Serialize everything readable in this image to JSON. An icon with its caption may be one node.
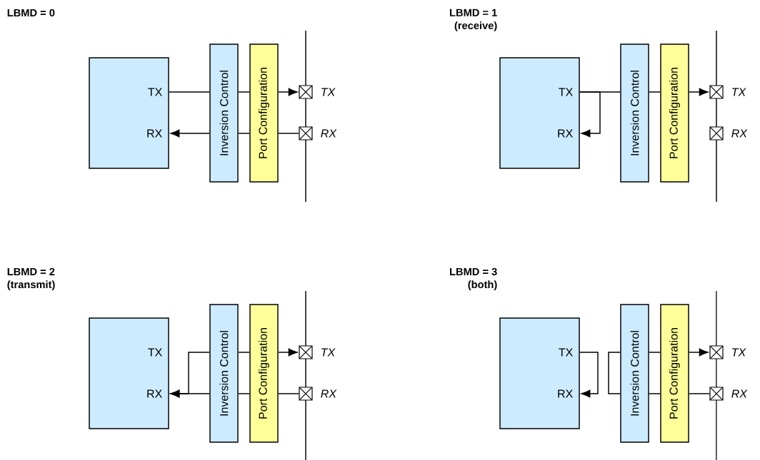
{
  "diagram": {
    "nodes": [
      {
        "text": [
          "TX",
          "RX"
        ]
      },
      {
        "text": [
          "Inversion Control"
        ]
      },
      {
        "text": [
          "Port Configuration"
        ]
      },
      {
        "text": [],
        "shape": "box",
        "beside": [
          "TX"
        ]
      },
      {
        "text": [],
        "shape": "box",
        "beside": [
          "RX"
        ]
      },
      {
        "text": [
          "TX",
          "RX"
        ]
      },
      {
        "text": [
          "Inversion Control"
        ]
      },
      {
        "text": [
          "Port Configuration"
        ]
      },
      {
        "text": [],
        "shape": "box",
        "beside": [
          "TX"
        ]
      },
      {
        "text": [],
        "shape": "box",
        "beside": [
          "RX"
        ]
      },
      {
        "text": [
          "TX",
          "RX"
        ]
      },
      {
        "text": [
          "Inversion Control"
        ]
      },
      {
        "text": [
          "Port Configuration"
        ]
      },
      {
        "text": [],
        "shape": "box",
        "beside": [
          "TX"
        ]
      },
      {
        "text": [],
        "shape": "box",
        "beside": [
          "RX"
        ]
      },
      {
        "text": [
          "TX",
          "RX"
        ]
      },
      {
        "text": [
          "Inversion Control"
        ]
      },
      {
        "text": [
          "Port Configuration"
        ]
      },
      {
        "text": [],
        "shape": "box",
        "beside": [
          "TX"
        ]
      },
      {
        "text": [],
        "shape": "box",
        "beside": [
          "RX"
        ]
      }
    ],
    "edges": [
      {
        "from": 0,
        "to": 1,
        "arrow": "none"
      },
      {
        "from": 1,
        "to": 2,
        "arrow": "none"
      },
      {
        "from": 2,
        "to": 3,
        "arrow": "to"
      },
      {
        "from": 4,
        "to": 2,
        "arrow": "none"
      },
      {
        "from": 2,
        "to": 1,
        "arrow": "none"
      },
      {
        "from": 1,
        "to": 0,
        "arrow": "to"
      },
      {
        "from": 5,
        "to": 6,
        "arrow": "none"
      },
      {
        "from": 5,
        "to": 5,
        "arrow": "to"
      },
      {
        "from": 6,
        "to": 7,
        "arrow": "none"
      },
      {
        "from": 7,
        "to": 8,
        "arrow": "to"
      },
      {
        "from": 11,
        "to": 10,
        "arrow": "to"
      },
      {
        "from": 11,
        "to": 10,
        "arrow": "to"
      },
      {
        "from": 11,
        "to": 12,
        "arrow": "none"
      },
      {
        "from": 12,
        "to": 13,
        "arrow": "to"
      },
      {
        "from": 14,
        "to": 12,
        "arrow": "none"
      },
      {
        "from": 12,
        "to": 11,
        "arrow": "none"
      },
      {
        "from": 15,
        "to": 15,
        "arrow": "to"
      },
      {
        "from": 16,
        "to": 16,
        "arrow": "none"
      },
      {
        "from": 16,
        "to": 17,
        "arrow": "none"
      },
      {
        "from": 17,
        "to": 18,
        "arrow": "to"
      },
      {
        "from": 19,
        "to": 17,
        "arrow": "none"
      },
      {
        "from": 17,
        "to": 16,
        "arrow": "none"
      }
    ],
    "labels": [
      "LBMD = 0",
      "LBMD = 1 (receive)",
      "LBMD = 2 (transmit)",
      "LBMD = 3 (both)"
    ]
  }
}
